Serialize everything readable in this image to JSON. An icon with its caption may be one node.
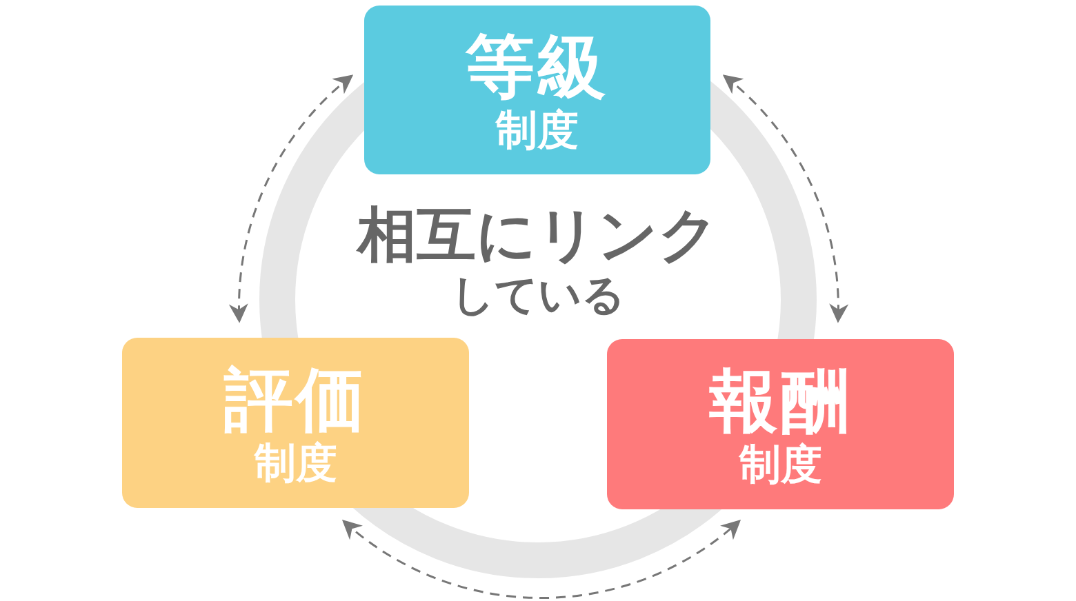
{
  "diagram": {
    "nodes": [
      {
        "text": [
          "等級",
          "制度"
        ]
      },
      {
        "text": [
          "評価",
          "制度"
        ]
      },
      {
        "text": [
          "報酬",
          "制度"
        ]
      }
    ],
    "edges": [
      {
        "from": 0,
        "to": 1,
        "arrow": "both",
        "style": "dashed"
      },
      {
        "from": 1,
        "to": 2,
        "arrow": "both",
        "style": "dashed"
      },
      {
        "from": 0,
        "to": 2,
        "arrow": "both",
        "style": "dashed"
      }
    ],
    "labels": [
      "相互にリンクしている"
    ]
  }
}
